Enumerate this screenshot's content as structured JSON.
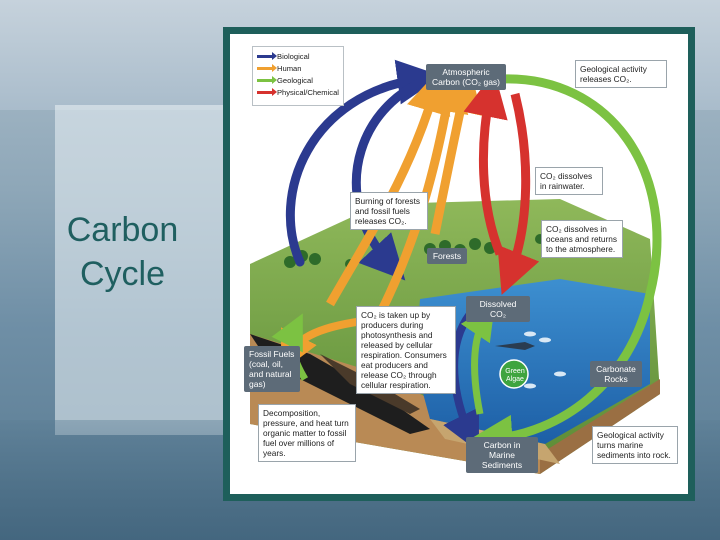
{
  "slide": {
    "title": "Carbon Cycle"
  },
  "legend": [
    {
      "label": "Biological",
      "color": "#2b3a8f"
    },
    {
      "label": "Human",
      "color": "#f0a030"
    },
    {
      "label": "Geological",
      "color": "#7cc242"
    },
    {
      "label": "Physical/Chemical",
      "color": "#d6322e"
    }
  ],
  "boxes": {
    "atmospheric": "Atmospheric Carbon (CO₂ gas)",
    "geo_releases": "Geological activity releases CO₂.",
    "co2_rainwater": "CO₂ dissolves in rainwater.",
    "burning": "Burning of forests and fossil fuels releases CO₂.",
    "forests": "Forests",
    "co2_oceans": "CO₂ dissolves in oceans and returns to the atmosphere.",
    "dissolved": "Dissolved CO₂",
    "photosynthesis": "CO₂ is taken up by producers during photosynthesis and released by cellular respiration. Consumers eat producers and release CO₂ through cellular respiration.",
    "fossil_fuels_title": "Fossil Fuels",
    "fossil_fuels_sub": "(coal, oil, and natural gas)",
    "decomposition": "Decomposition, pressure, and heat turn organic matter to fossil fuel over millions of years.",
    "green_algae": "Green Algae",
    "carbonate": "Carbonate Rocks",
    "marine": "Carbon in Marine Sediments",
    "geo_turns": "Geological activity turns marine sediments into rock."
  }
}
